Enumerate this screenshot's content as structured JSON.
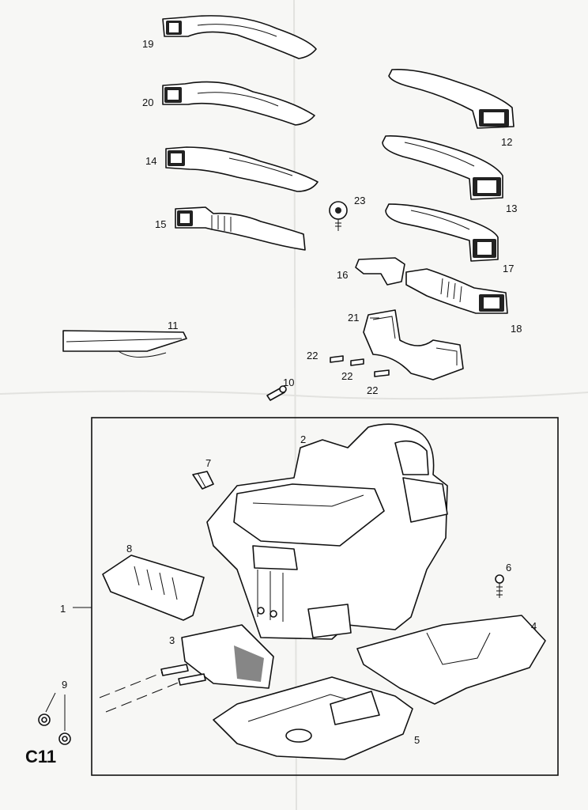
{
  "sheet_code": "C11",
  "callouts": {
    "p1": "1",
    "p2": "2",
    "p3": "3",
    "p4": "4",
    "p5": "5",
    "p6": "6",
    "p7": "7",
    "p8": "8",
    "p9": "9",
    "p10": "10",
    "p11": "11",
    "p12": "12",
    "p13": "13",
    "p14": "14",
    "p15": "15",
    "p16": "16",
    "p17": "17",
    "p18": "18",
    "p19": "19",
    "p20": "20",
    "p21": "21",
    "p22a": "22",
    "p22b": "22",
    "p22c": "22",
    "p23": "23"
  }
}
